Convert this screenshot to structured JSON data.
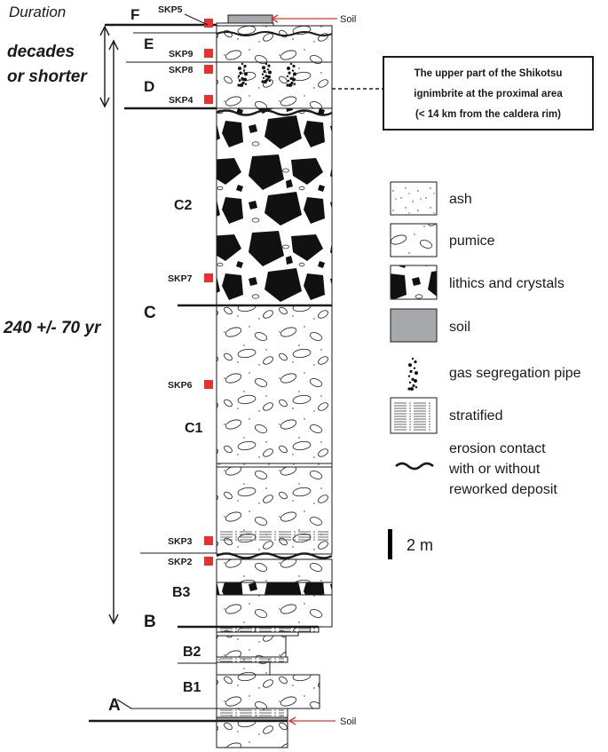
{
  "duration_label": "Duration",
  "durations": {
    "short_line1": "decades",
    "short_line2": "or shorter",
    "long": "240 +/- 70 yr"
  },
  "units": {
    "F": "F",
    "E": "E",
    "D": "D",
    "C2": "C2",
    "C": "C",
    "C1": "C1",
    "B3": "B3",
    "B": "B",
    "B2": "B2",
    "B1": "B1",
    "A": "A"
  },
  "samples": {
    "SKP5": "SKP5",
    "SKP9": "SKP9",
    "SKP8": "SKP8",
    "SKP4": "SKP4",
    "SKP7": "SKP7",
    "SKP6": "SKP6",
    "SKP3": "SKP3",
    "SKP2": "SKP2"
  },
  "soil_label": "Soil",
  "callout": {
    "line1": "The upper part of the Shikotsu",
    "line2": "ignimbrite at the proximal area",
    "line3": "(< 14 km from the caldera rim)"
  },
  "legend": {
    "ash": "ash",
    "pumice": "pumice",
    "lithics": "lithics and crystals",
    "soil": "soil",
    "gas_pipe": "gas segregation pipe",
    "stratified": "stratified",
    "erosion_line1": "erosion contact",
    "erosion_line2": "with or without",
    "erosion_line3": "reworked deposit"
  },
  "scale_label": "2 m",
  "colors": {
    "sample_marker": "#e8302e",
    "soil_fill": "#a6a8ab",
    "arrow": "#e8302e",
    "ink": "#1a1a1a"
  }
}
